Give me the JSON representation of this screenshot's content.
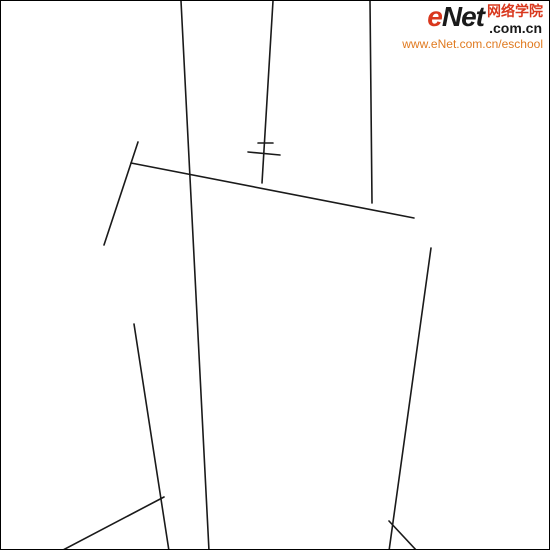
{
  "watermark": {
    "logo_e": "e",
    "logo_net": "Net",
    "logo_cn": "网络学院",
    "domain": ".com.cn",
    "url": "www.eNet.com.cn/eschool",
    "colors": {
      "accent": "#d9381e",
      "dark": "#1a1a1a",
      "url": "#e07a20"
    }
  },
  "canvas": {
    "background": "#ffffff",
    "border_color": "#000000",
    "line_color": "#1a1a1a"
  }
}
